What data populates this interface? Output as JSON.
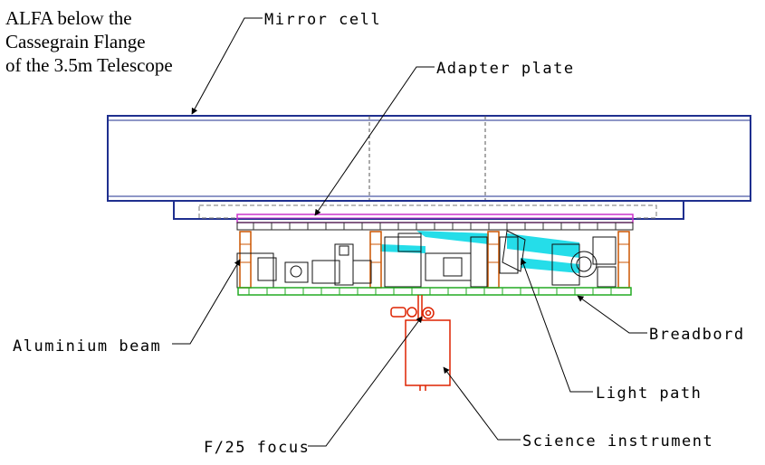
{
  "title_lines": [
    "ALFA below the",
    "Cassegrain Flange",
    "of the 3.5m Telescope"
  ],
  "callouts": {
    "mirror_cell": "Mirror cell",
    "adapter_plate": "Adapter plate",
    "aluminium_beam": "Aluminium beam",
    "breadbord": "Breadbord",
    "light_path": "Light path",
    "science_instrument": "Science instrument",
    "f25_focus": "F/25 focus"
  },
  "colors": {
    "mirror_cell": "#1f2f8f",
    "adapter_plate": "#cc33cc",
    "beam": "#cc5500",
    "breadboard": "#22aa22",
    "light_path": "#00d8e6",
    "instrument": "#dd2200",
    "line": "#000000"
  }
}
